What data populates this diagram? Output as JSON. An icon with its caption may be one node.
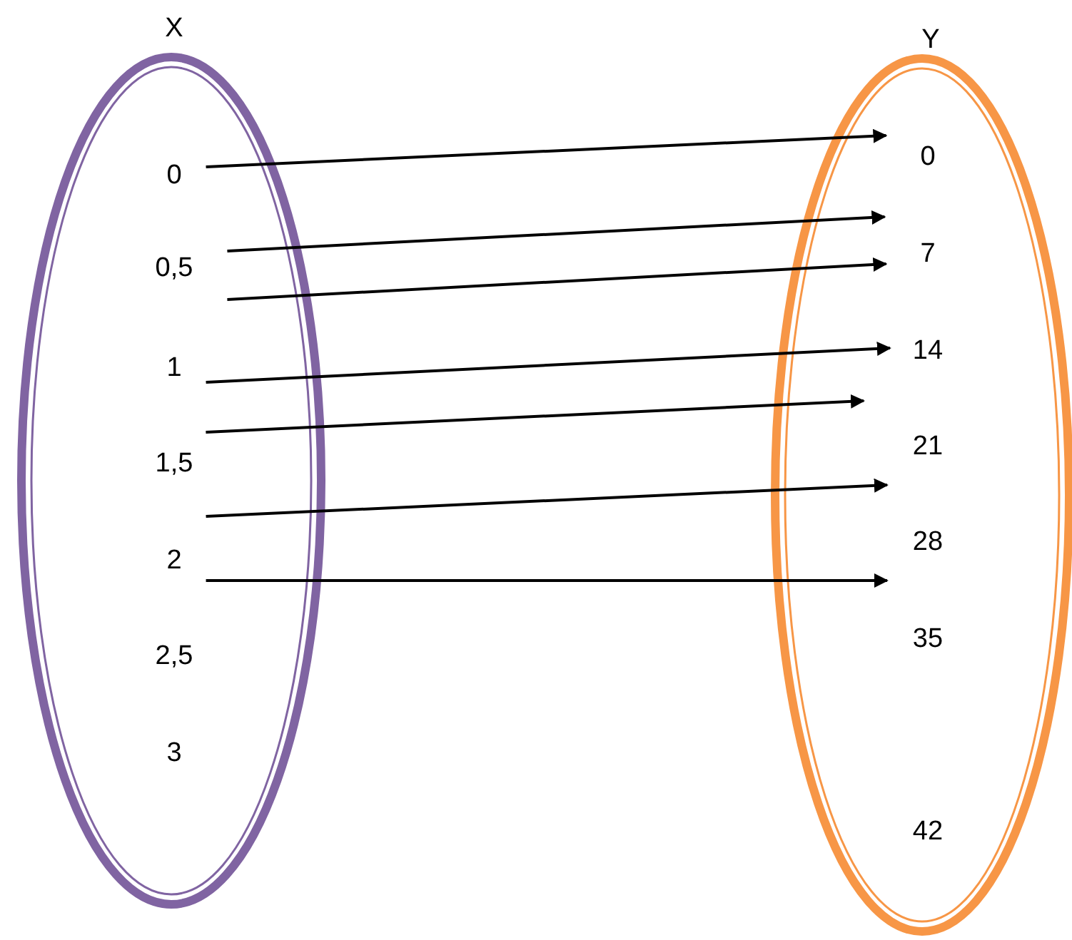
{
  "diagram": {
    "nodes": [
      {
        "text": [
          "X"
        ]
      },
      {
        "text": [
          "0"
        ],
        "in": 0
      },
      {
        "text": [
          "0,5"
        ],
        "in": 0
      },
      {
        "text": [
          "1"
        ],
        "in": 0
      },
      {
        "text": [
          "1,5"
        ],
        "in": 0
      },
      {
        "text": [
          "2"
        ],
        "in": 0
      },
      {
        "text": [
          "2,5"
        ],
        "in": 0
      },
      {
        "text": [
          "3"
        ],
        "in": 0
      },
      {
        "text": [
          "Y"
        ]
      },
      {
        "text": [
          "0"
        ],
        "in": 8
      },
      {
        "text": [
          "7"
        ],
        "in": 8
      },
      {
        "text": [
          "14"
        ],
        "in": 8
      },
      {
        "text": [
          "21"
        ],
        "in": 8
      },
      {
        "text": [
          "28"
        ],
        "in": 8
      },
      {
        "text": [
          "35"
        ],
        "in": 8
      },
      {
        "text": [
          "42"
        ],
        "in": 8
      }
    ],
    "edges": [
      {
        "from": 1,
        "to": 9,
        "arrow": "to"
      },
      {
        "from": 2,
        "to": 10,
        "arrow": "to"
      },
      {
        "from": 2,
        "to": 10,
        "arrow": "to"
      },
      {
        "from": 3,
        "to": 11,
        "arrow": "to"
      },
      {
        "from": 4,
        "to": null,
        "arrow": "to"
      },
      {
        "from": 5,
        "to": 12,
        "arrow": "to"
      },
      {
        "from": 5,
        "to": 13,
        "arrow": "to"
      }
    ]
  }
}
